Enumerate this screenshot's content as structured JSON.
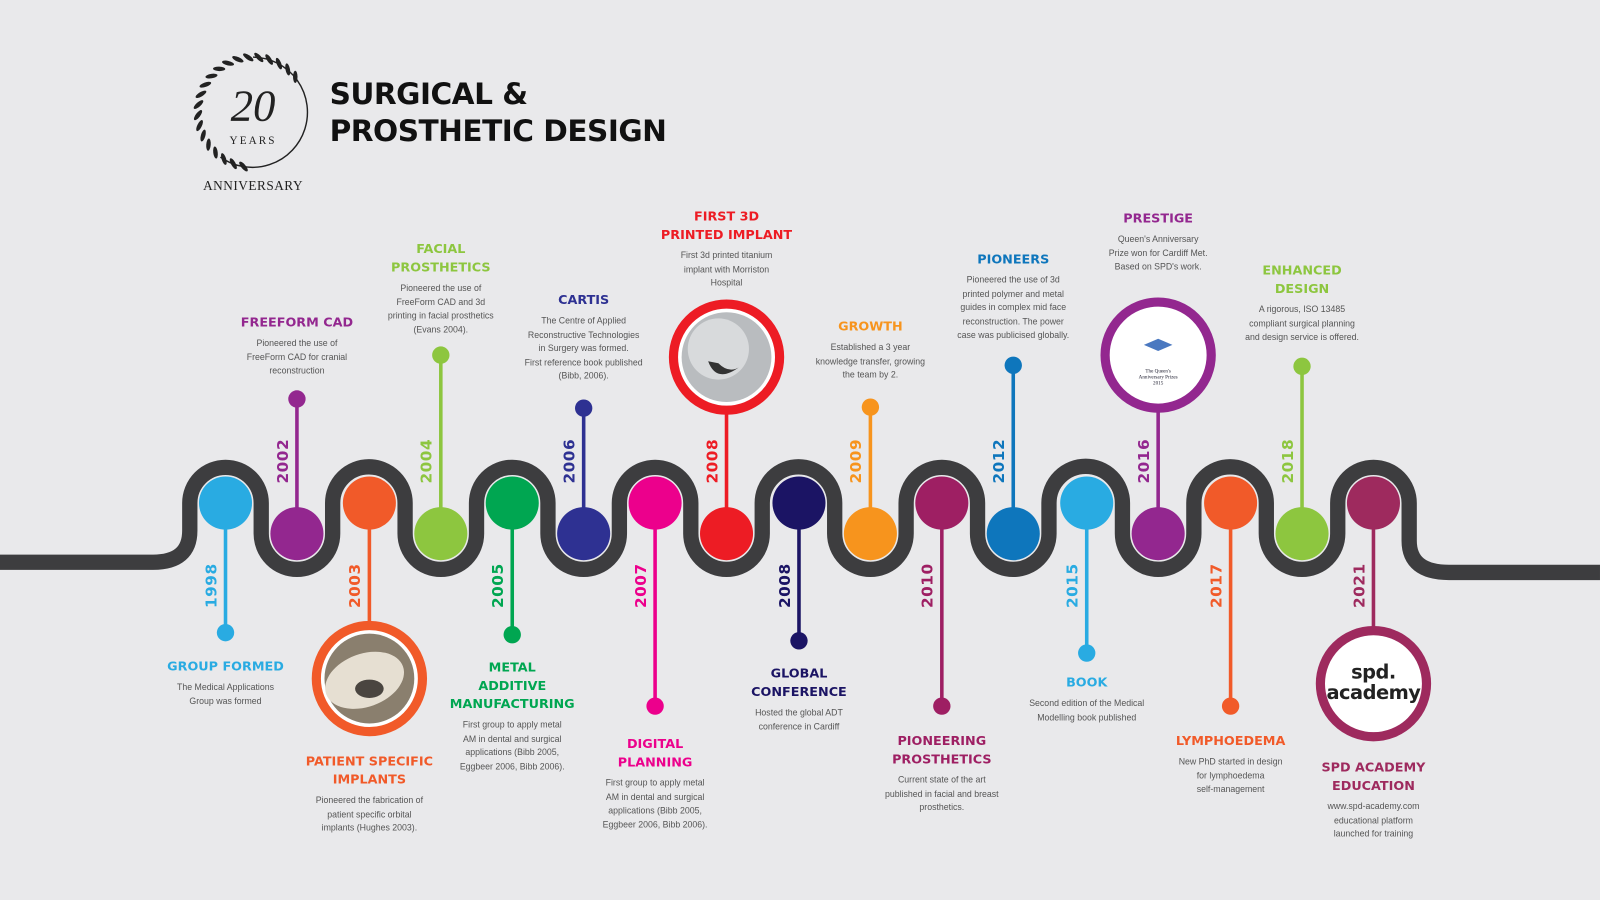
{
  "header": {
    "title_line1": "SURGICAL &",
    "title_line2": "PROSTHETIC DESIGN",
    "logo": {
      "number": "20",
      "years": "YEARS",
      "anniversary": "ANNIVERSARY"
    }
  },
  "colors": {
    "background": "#e9e9eb",
    "road": "#3d3d3f"
  },
  "events": [
    {
      "year": "1998",
      "title": "GROUP FORMED",
      "desc": "The Medical Applications\nGroup was formed",
      "color": "#29abe2"
    },
    {
      "year": "2002",
      "title": "FREEFORM CAD",
      "desc": "Pioneered the use of\nFreeForm CAD for cranial\nreconstruction",
      "color": "#93278f"
    },
    {
      "year": "2003",
      "title": "PATIENT SPECIFIC\nIMPLANTS",
      "desc": "Pioneered the fabrication of\npatient specific orbital\nimplants (Hughes 2003).",
      "color": "#f15a29"
    },
    {
      "year": "2004",
      "title": "FACIAL\nPROSTHETICS",
      "desc": "Pioneered the use of\nFreeForm CAD and 3d\nprinting in facial prosthetics\n(Evans 2004).",
      "color": "#8dc63f"
    },
    {
      "year": "2005",
      "title": "METAL\nADDITIVE\nMANUFACTURING",
      "desc": "First group to apply metal\nAM in dental and surgical\napplications (Bibb 2005,\nEggbeer 2006, Bibb 2006).",
      "color": "#00a651"
    },
    {
      "year": "2006",
      "title": "CARTIS",
      "desc": "The Centre of Applied\nReconstructive Technologies\nin Surgery was formed.\nFirst reference book published\n(Bibb, 2006).",
      "color": "#2e3192"
    },
    {
      "year": "2007",
      "title": "DIGITAL\nPLANNING",
      "desc": "First group to apply metal\nAM in dental and surgical\napplications (Bibb 2005,\nEggbeer 2006, Bibb 2006).",
      "color": "#ec008c"
    },
    {
      "year": "2008",
      "title": "FIRST 3D\nPRINTED IMPLANT",
      "desc": "First 3d printed titanium\nimplant with Morriston\nHospital",
      "color": "#ed1c24"
    },
    {
      "year": "2008",
      "title": "GLOBAL\nCONFERENCE",
      "desc": "Hosted the global ADT\nconference in Cardiff",
      "color": "#1b1464"
    },
    {
      "year": "2009",
      "title": "GROWTH",
      "desc": "Established a 3 year\nknowledge transfer, growing\nthe team by 2.",
      "color": "#f7941d"
    },
    {
      "year": "2010",
      "title": "PIONEERING\nPROSTHETICS",
      "desc": "Current state of the art\npublished in facial and breast\nprosthetics.",
      "color": "#9e1f63"
    },
    {
      "year": "2012",
      "title": "PIONEERS",
      "desc": "Pioneered the use of 3d\nprinted polymer and metal\nguides in complex mid face\nreconstruction. The power\ncase was publicised globally.",
      "color": "#0e76bc"
    },
    {
      "year": "2015",
      "title": "BOOK",
      "desc": "Second edition of the Medical\nModelling book published",
      "color": "#29abe2"
    },
    {
      "year": "2016",
      "title": "PRESTIGE",
      "desc": "Queen's Anniversary\nPrize won for Cardiff Met.\nBased on SPD's work.",
      "color": "#93278f"
    },
    {
      "year": "2017",
      "title": "LYMPHOEDEMA",
      "desc": "New PhD started in design\nfor lymphoedema\nself-management",
      "color": "#f15a29"
    },
    {
      "year": "2018",
      "title": "ENHANCED\nDESIGN",
      "desc": "A rigorous, ISO 13485\ncompliant surgical planning\nand design service is offered.",
      "color": "#8dc63f"
    },
    {
      "year": "2021",
      "title": "SPD ACADEMY\nEDUCATION",
      "desc": "www.spd-academy.com\neducational platform\nlaunched for training",
      "color": "#9e2a5e"
    }
  ],
  "badges": {
    "spd_logo": "spd.\nacademy",
    "queens_prize": "The Queen's\nAnniversary Prizes\n2015"
  }
}
